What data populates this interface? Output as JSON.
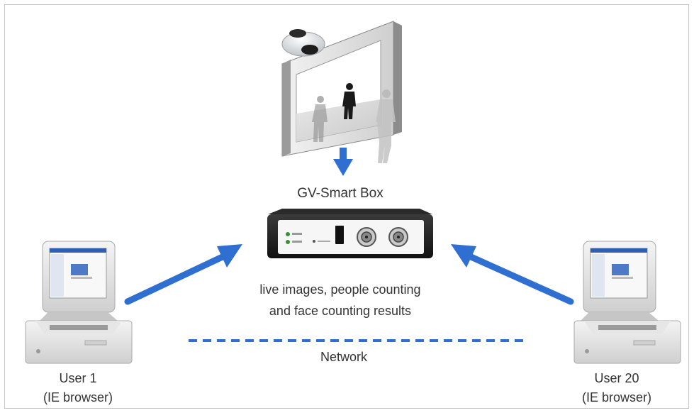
{
  "device": {
    "title": "GV-Smart Box"
  },
  "caption": {
    "line1": "live images, people counting",
    "line2": "and face counting results"
  },
  "network": {
    "label": "Network"
  },
  "users": [
    {
      "name": "User 1",
      "browser": "(IE browser)"
    },
    {
      "name": "User 20",
      "browser": "(IE browser)"
    }
  ],
  "colors": {
    "arrow": "#2f6fd1",
    "network_line": "#2f6fd1",
    "text": "#333333"
  }
}
